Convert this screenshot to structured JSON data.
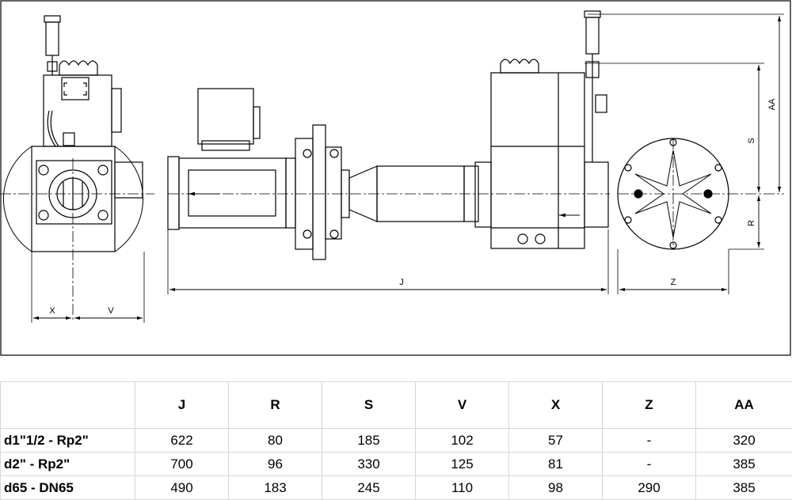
{
  "drawing": {
    "dimension_labels": {
      "x": "X",
      "v": "V",
      "j": "J",
      "z": "Z",
      "r": "R",
      "s": "S",
      "aa": "AA"
    }
  },
  "table": {
    "corner": "",
    "headers": [
      "J",
      "R",
      "S",
      "V",
      "X",
      "Z",
      "AA"
    ],
    "rows": [
      {
        "label": "d1\"1/2 - Rp2\"",
        "values": [
          "622",
          "80",
          "185",
          "102",
          "57",
          "-",
          "320"
        ]
      },
      {
        "label": "d2\" - Rp2\"",
        "values": [
          "700",
          "96",
          "330",
          "125",
          "81",
          "-",
          "385"
        ]
      },
      {
        "label": "d65 - DN65",
        "values": [
          "490",
          "183",
          "245",
          "110",
          "98",
          "290",
          "385"
        ]
      }
    ]
  }
}
